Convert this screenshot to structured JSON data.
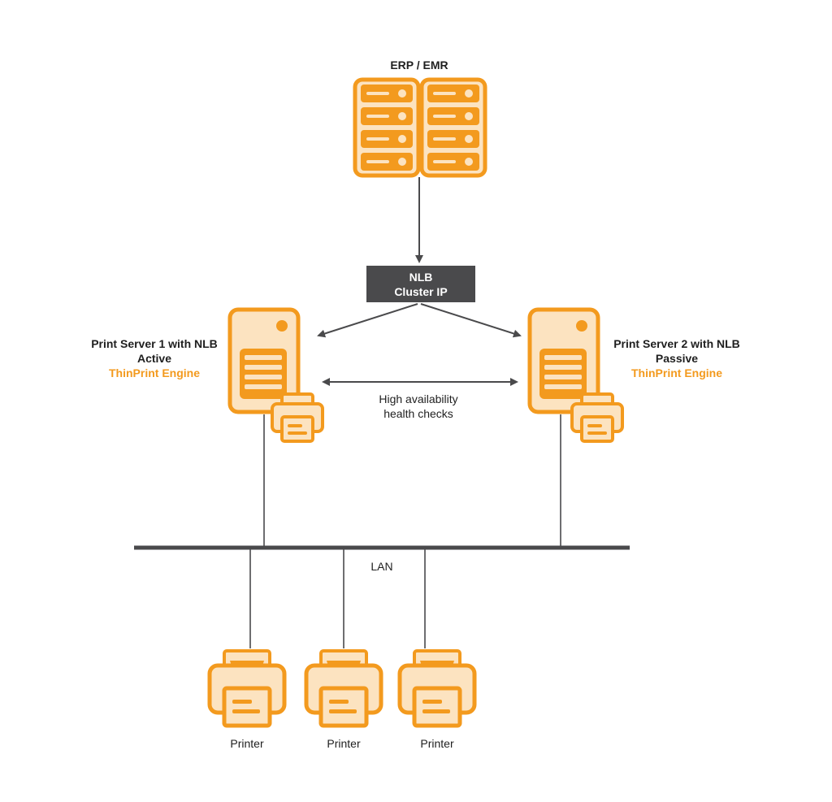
{
  "colors": {
    "accent": "#F39A1E",
    "fill": "#FCE3C0",
    "line": "#4a4a4c",
    "box": "#4a4a4c"
  },
  "erp": {
    "label": "ERP / EMR",
    "icon": "rack-server-icon"
  },
  "nlb": {
    "line1": "NLB",
    "line2": "Cluster IP"
  },
  "server1": {
    "line1": "Print Server 1 with NLB",
    "line2": "Active",
    "engine": "ThinPrint Engine",
    "icon": "tower-server-icon"
  },
  "server2": {
    "line1": "Print Server 2 with NLB",
    "line2": "Passive",
    "engine": "ThinPrint Engine",
    "icon": "tower-server-icon"
  },
  "health": {
    "line1": "High availability",
    "line2": "health checks"
  },
  "lan": {
    "label": "LAN"
  },
  "printers": [
    {
      "label": "Printer",
      "icon": "printer-icon"
    },
    {
      "label": "Printer",
      "icon": "printer-icon"
    },
    {
      "label": "Printer",
      "icon": "printer-icon"
    }
  ]
}
